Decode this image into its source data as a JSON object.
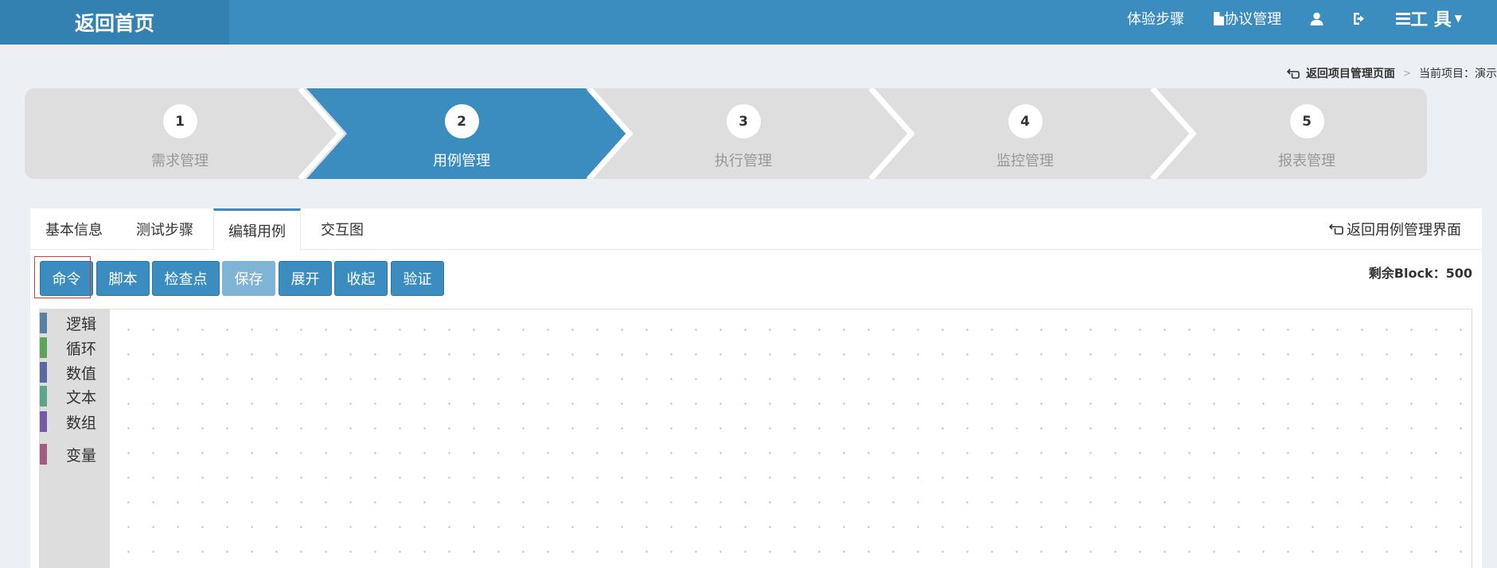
{
  "navbar": {
    "brand": "返回首页",
    "items": [
      {
        "label": "体验步骤",
        "icon": ""
      },
      {
        "label": "协议管理",
        "icon": "file-icon"
      },
      {
        "label": "",
        "icon": "user-icon"
      },
      {
        "label": "",
        "icon": "logout-icon"
      }
    ],
    "tools_label": "工 具",
    "tools_icon": "menu-icon"
  },
  "breadcrumb": {
    "back_label": "返回项目管理页面",
    "separator": ">",
    "current_label": "当前项目：演示"
  },
  "wizard": {
    "steps": [
      {
        "number": "1",
        "label": "需求管理",
        "active": false
      },
      {
        "number": "2",
        "label": "用例管理",
        "active": true
      },
      {
        "number": "3",
        "label": "执行管理",
        "active": false
      },
      {
        "number": "4",
        "label": "监控管理",
        "active": false
      },
      {
        "number": "5",
        "label": "报表管理",
        "active": false
      }
    ],
    "colors": {
      "active": "#3b8dc0",
      "inactive": "#dedede"
    }
  },
  "tabs": {
    "items": [
      {
        "label": "基本信息"
      },
      {
        "label": "测试步骤"
      },
      {
        "label": "编辑用例",
        "active": true
      },
      {
        "label": "交互图"
      }
    ],
    "back_label": "返回用例管理界面"
  },
  "toolbar": {
    "buttons": [
      {
        "label": "命令"
      },
      {
        "label": "脚本"
      },
      {
        "label": "检查点"
      },
      {
        "label": "保存",
        "disabled": true
      },
      {
        "label": "展开"
      },
      {
        "label": "收起"
      },
      {
        "label": "验证"
      }
    ],
    "block_count": "剩余Block：500"
  },
  "toolbox": {
    "categories": [
      {
        "label": "逻辑",
        "color": "#5b80a5"
      },
      {
        "label": "循环",
        "color": "#5ba55b"
      },
      {
        "label": "数值",
        "color": "#5b67a5"
      },
      {
        "label": "文本",
        "color": "#5ba58c"
      },
      {
        "label": "数组",
        "color": "#745ba5"
      },
      {
        "label": "变量",
        "color": "#a55b80"
      }
    ]
  }
}
